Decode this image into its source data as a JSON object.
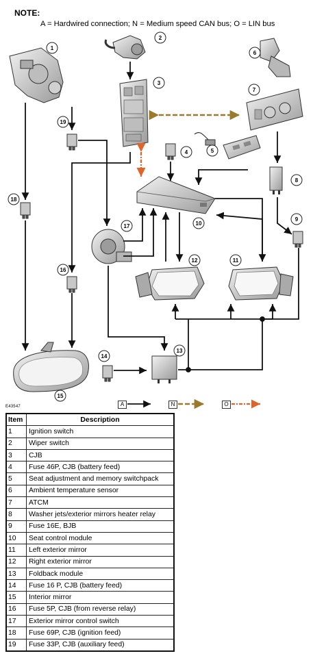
{
  "note": {
    "title": "NOTE:",
    "text": "A = Hardwired connection; N = Medium speed CAN bus; O = LIN bus"
  },
  "figure_id": "E43547",
  "legend": [
    {
      "letter": "A",
      "meaning": "Hardwired connection"
    },
    {
      "letter": "N",
      "meaning": "Medium speed CAN bus"
    },
    {
      "letter": "O",
      "meaning": "LIN bus"
    }
  ],
  "callouts": [
    "1",
    "2",
    "3",
    "4",
    "5",
    "6",
    "7",
    "8",
    "9",
    "10",
    "11",
    "12",
    "13",
    "14",
    "15",
    "16",
    "17",
    "18",
    "19"
  ],
  "colors": {
    "hardwired": "#111111",
    "can_bus": "#9a7a2c",
    "lin_bus": "#e0642a"
  },
  "table": {
    "headers": [
      "Item",
      "Description"
    ],
    "rows": [
      [
        "1",
        "Ignition switch"
      ],
      [
        "2",
        "Wiper switch"
      ],
      [
        "3",
        "CJB"
      ],
      [
        "4",
        "Fuse 46P, CJB (battery feed)"
      ],
      [
        "5",
        "Seat adjustment and memory switchpack"
      ],
      [
        "6",
        "Ambient temperature sensor"
      ],
      [
        "7",
        "ATCM"
      ],
      [
        "8",
        "Washer jets/exterior mirrors heater relay"
      ],
      [
        "9",
        "Fuse 16E, BJB"
      ],
      [
        "10",
        "Seat control module"
      ],
      [
        "11",
        "Left exterior mirror"
      ],
      [
        "12",
        "Right exterior mirror"
      ],
      [
        "13",
        "Foldback module"
      ],
      [
        "14",
        "Fuse 16 P, CJB (battery feed)"
      ],
      [
        "15",
        "Interior mirror"
      ],
      [
        "16",
        "Fuse 5P, CJB (from reverse relay)"
      ],
      [
        "17",
        "Exterior mirror control switch"
      ],
      [
        "18",
        "Fuse 69P, CJB (ignition feed)"
      ],
      [
        "19",
        "Fuse 33P, CJB (auxiliary feed)"
      ]
    ]
  }
}
